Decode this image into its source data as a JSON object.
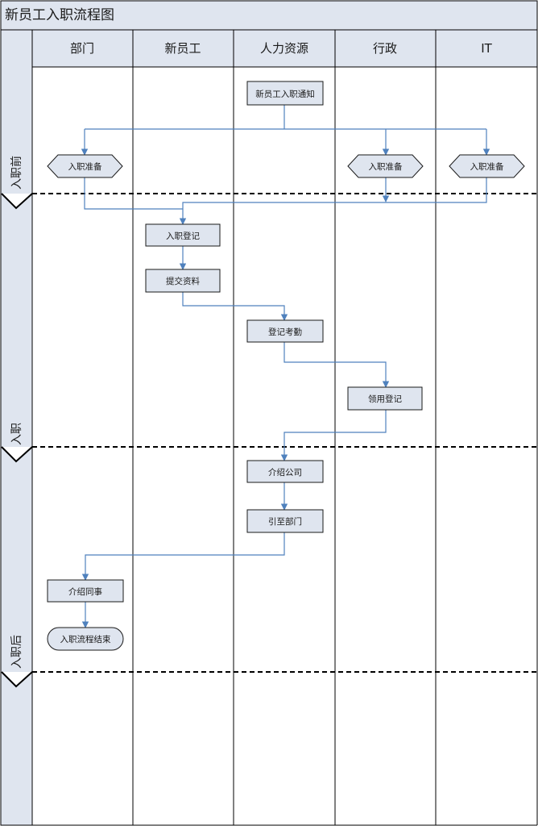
{
  "title": "新员工入职流程图",
  "lanes": [
    "部门",
    "新员工",
    "人力资源",
    "行政",
    "IT"
  ],
  "phases": [
    "入职前",
    "入职",
    "入职后"
  ],
  "nodes": {
    "notice": "新员工入职通知",
    "prep_dept": "入职准备",
    "prep_admin": "入职准备",
    "prep_it": "入职准备",
    "register": "入职登记",
    "submit_docs": "提交资料",
    "attendance": "登记考勤",
    "supplies": "领用登记",
    "company_intro": "介绍公司",
    "lead_dept": "引至部门",
    "colleagues": "介绍同事",
    "end": "入职流程结束"
  },
  "colors": {
    "node_fill": "#dfe5ef",
    "flow_line": "#4f81bd",
    "header_fill": "#dfe5ef"
  }
}
